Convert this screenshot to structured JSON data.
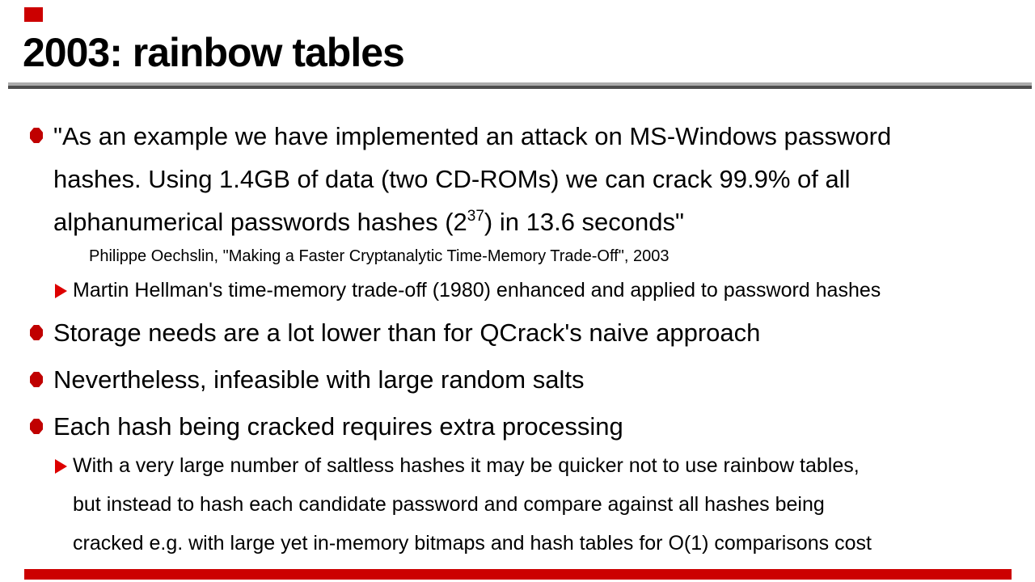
{
  "slide": {
    "title": "2003: rainbow tables",
    "colors": {
      "accent_red": "#cc0000",
      "bullet_red": "#c00000",
      "triangle_red": "#dd0000",
      "rule_light_gray": "#ababab",
      "rule_dark_gray": "#4d4d4d"
    },
    "quote_bullet": {
      "line1": "\"As an example we have implemented an attack on MS-Windows password",
      "line2": "hashes. Using 1.4GB of data (two CD-ROMs) we can crack 99.9% of all",
      "line3_pre": "alphanumerical passwords hashes (2",
      "line3_sup": "37",
      "line3_post": ") in 13.6 seconds\"",
      "attribution": "Philippe Oechslin, \"Making a Faster Cryptanalytic Time-Memory Trade-Off\", 2003",
      "sub_bullet": "Martin Hellman's time-memory trade-off (1980) enhanced and applied to password hashes"
    },
    "bullet2": "Storage needs are a lot lower than for QCrack's naive approach",
    "bullet3": "Nevertheless, infeasible with large random salts",
    "bullet4": {
      "text": "Each hash being cracked requires extra processing",
      "sub_line1": "With a very large number of saltless hashes it may be quicker not to use rainbow tables,",
      "sub_line2": "but instead to hash each candidate password and compare against all hashes being",
      "sub_line3": "cracked e.g. with large yet in-memory bitmaps and hash tables for O(1) comparisons cost"
    }
  }
}
